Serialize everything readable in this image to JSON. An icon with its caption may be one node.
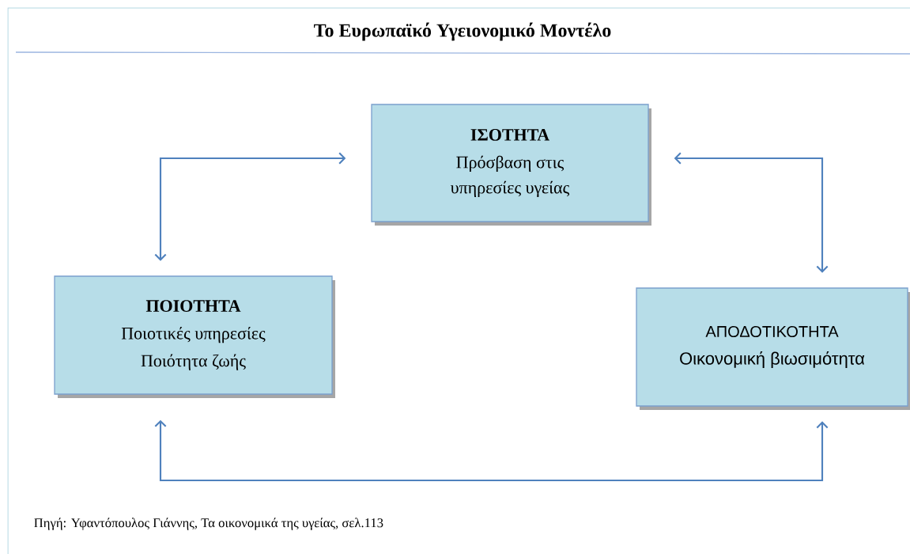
{
  "diagram": {
    "title": "Το Ευρωπαϊκό Υγειονομικό Μοντέλο",
    "caption": "Πηγή: Υφαντόπουλος Γιάννης, Τα οικονομικά της υγείας, σελ.113",
    "nodes": [
      {
        "text": [
          "ΙΣΟΤΗΤΑ",
          "Πρόσβαση στις υπηρεσίες υγείας"
        ]
      },
      {
        "text": [
          "ΠΟΙΟΤΗΤΑ",
          "Ποιοτικές υπηρεσίες",
          "Ποιότητα ζωής"
        ]
      },
      {
        "text": [
          "ΑΠΟΔΟΤΙΚΟΤΗΤΑ",
          "Οικονομική βιωσιμότητα"
        ]
      }
    ],
    "edges": [
      {
        "from": 0,
        "to": 1,
        "arrow": "both"
      },
      {
        "from": 0,
        "to": 2,
        "arrow": "both"
      },
      {
        "from": 1,
        "to": 2,
        "arrow": "both"
      }
    ]
  }
}
